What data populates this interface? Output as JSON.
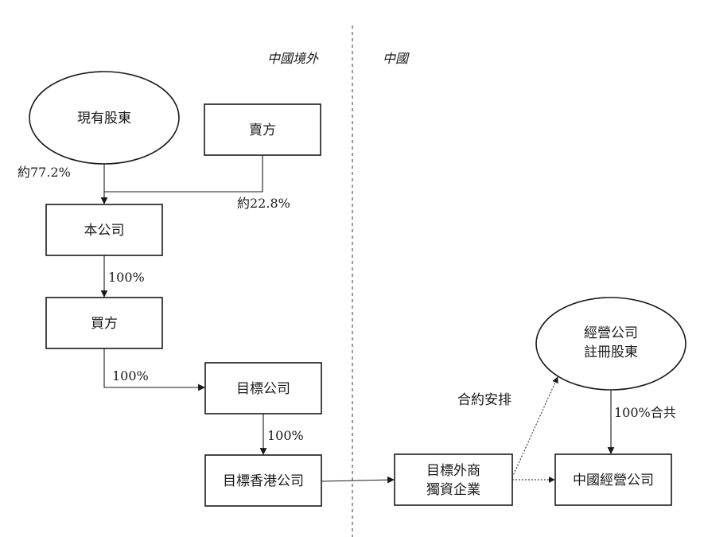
{
  "regions": {
    "offshore": "中國境外",
    "china": "中國"
  },
  "nodes": {
    "existing_shareholders": "現有股東",
    "seller": "賣方",
    "company": "本公司",
    "buyer": "買方",
    "target_company": "目標公司",
    "target_hk": "目標香港公司",
    "target_wfoe_line1": "目標外商",
    "target_wfoe_line2": "獨資企業",
    "registered_shareholders_line1": "經營公司",
    "registered_shareholders_line2": "註冊股東",
    "china_opco": "中國經營公司"
  },
  "edges": {
    "existing_to_company": "約77.2%",
    "seller_to_company": "約22.8%",
    "company_to_buyer": "100%",
    "buyer_to_target": "100%",
    "target_to_hk": "100%",
    "shareholders_to_opco": "100%合共",
    "contractual": "合約安排"
  }
}
